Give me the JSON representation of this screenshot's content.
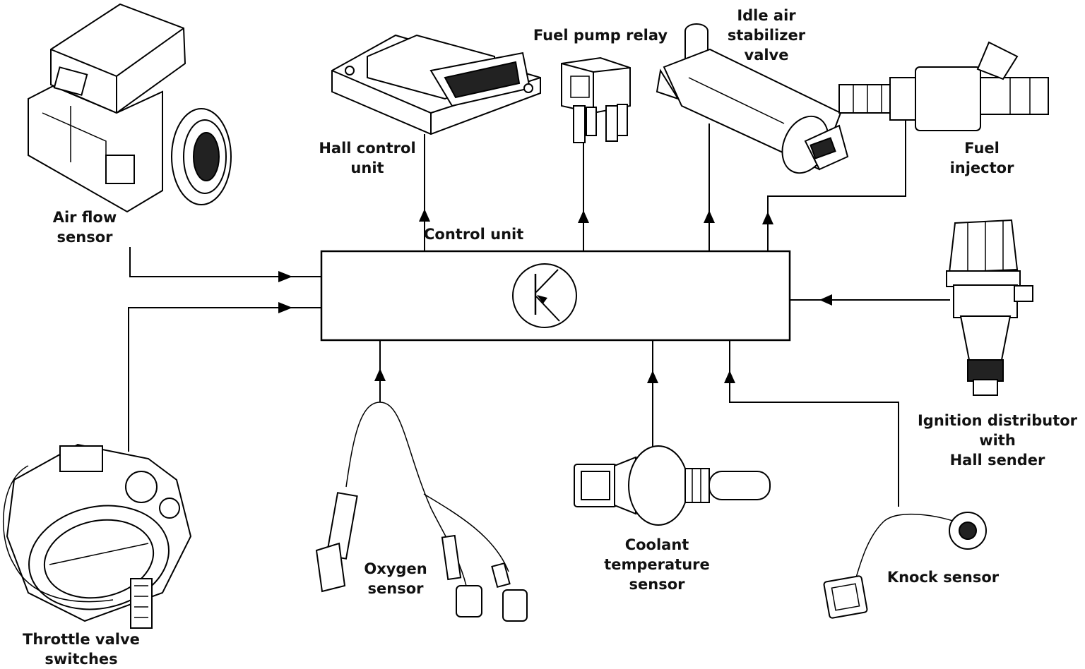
{
  "diagram": {
    "control_unit": {
      "label": "Control unit",
      "symbol": "transistor-symbol"
    },
    "components": {
      "air_flow_sensor": [
        "Air flow",
        "sensor"
      ],
      "throttle_valve_switches": [
        "Throttle valve",
        "switches"
      ],
      "hall_control_unit": [
        "Hall control",
        "unit"
      ],
      "fuel_pump_relay": [
        "Fuel pump relay"
      ],
      "idle_air_stabilizer_valve": [
        "Idle air",
        "stabilizer",
        "valve"
      ],
      "fuel_injector": [
        "Fuel",
        "injector"
      ],
      "ignition_distributor": [
        "Ignition distributor",
        "with",
        "Hall sender"
      ],
      "oxygen_sensor": [
        "Oxygen",
        "sensor"
      ],
      "coolant_temperature_sensor": [
        "Coolant",
        "temperature",
        "sensor"
      ],
      "knock_sensor": [
        "Knock sensor"
      ]
    }
  }
}
